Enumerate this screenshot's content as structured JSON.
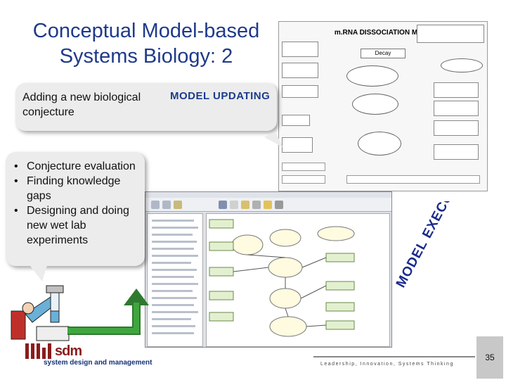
{
  "slide": {
    "title_line1": "Conceptual Model-based",
    "title_line2": "Systems Biology: 2",
    "page_number": "35"
  },
  "diagram": {
    "title": "m.RNA DISSOCIATION MDEL",
    "subtitle": "Decay"
  },
  "callout_top": {
    "text": "Adding a new biological conjecture",
    "tag": "MODEL UPDATING"
  },
  "callout_left": {
    "items": [
      "Conjecture evaluation",
      "Finding knowledge gaps",
      "Designing and doing new wet lab experiments"
    ],
    "bullet": "•"
  },
  "model_execution": {
    "text": "MODEL EXECUTION",
    "color": "#1a2a8c"
  },
  "footer": {
    "logo_text": "sdm",
    "logo_prefix": "MIT",
    "tagline": "system design and management",
    "leadership": "Leadership, Innovation, Systems Thinking"
  },
  "colors": {
    "title": "#1f3a8a",
    "mit_red": "#8a1c1c",
    "callout_bg": "#ececec"
  }
}
